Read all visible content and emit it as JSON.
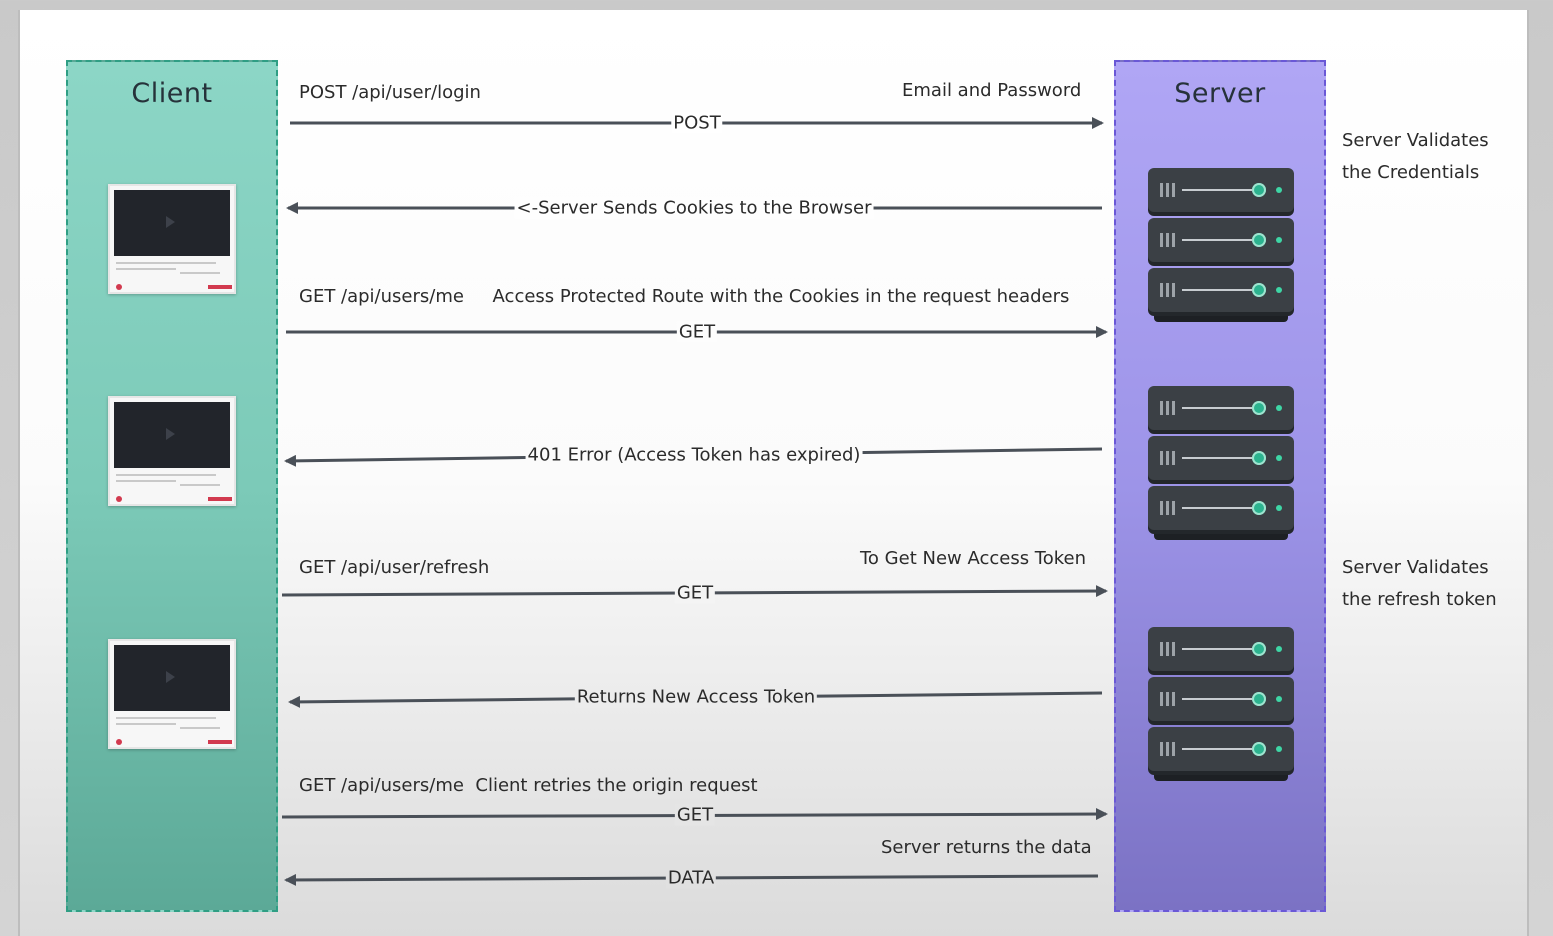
{
  "client": {
    "title": "Client"
  },
  "server": {
    "title": "Server"
  },
  "arrows": [
    {
      "direction": "right",
      "left_label": "POST /api/user/login",
      "right_label": "Email and Password",
      "mid_label": "POST"
    },
    {
      "direction": "left",
      "left_label": "",
      "right_label": "",
      "mid_label": "<-Server Sends Cookies to the Browser"
    },
    {
      "direction": "right",
      "left_label": "GET /api/users/me     Access Protected Route with the Cookies in the request headers",
      "right_label": "",
      "mid_label": "GET"
    },
    {
      "direction": "left",
      "left_label": "",
      "right_label": "",
      "mid_label": "401 Error (Access Token has expired)"
    },
    {
      "direction": "right",
      "left_label": "GET /api/user/refresh",
      "right_label": "To Get New Access Token",
      "mid_label": "GET"
    },
    {
      "direction": "left",
      "left_label": "",
      "right_label": "",
      "mid_label": "Returns New Access Token"
    },
    {
      "direction": "right",
      "left_label": "GET /api/users/me  Client retries the origin request",
      "right_label": "",
      "mid_label": "GET"
    },
    {
      "direction": "left",
      "left_label": "",
      "right_label": "Server returns the data",
      "mid_label": "DATA"
    }
  ],
  "notes": {
    "credentials": [
      "Server Validates",
      "the Credentials"
    ],
    "refresh": [
      "Server Validates",
      "the refresh token"
    ]
  },
  "colors": {
    "client_fill": "#7ccab8",
    "client_border": "#2f9e84",
    "server_fill": "#9d94e8",
    "server_border": "#6a58d6",
    "arrow": "#4a5058"
  },
  "icons": [
    "browser-window-icon",
    "server-rack-icon"
  ]
}
